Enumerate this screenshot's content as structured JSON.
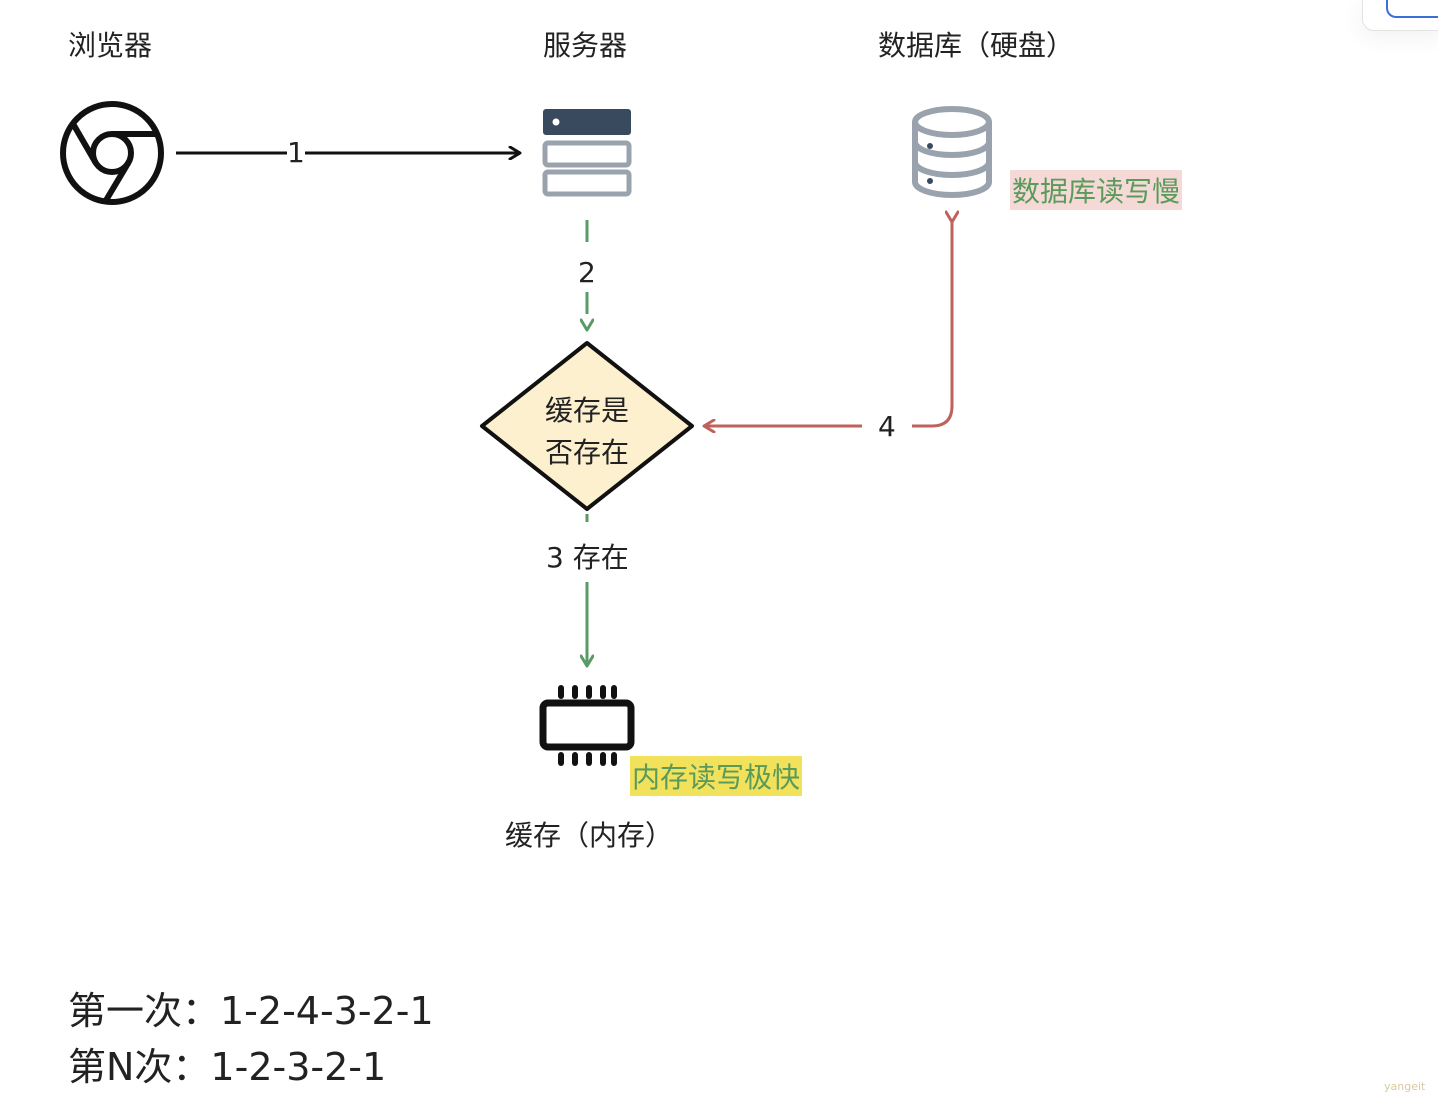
{
  "nodes": {
    "browser": "浏览器",
    "server": "服务器",
    "database": "数据库（硬盘）",
    "cache": "缓存（内存）",
    "decision_line1": "缓存是",
    "decision_line2": "否存在"
  },
  "notes": {
    "db_slow": "数据库读写慢",
    "memory_fast": "内存读写极快"
  },
  "edges": {
    "e1": "1",
    "e2": "2",
    "e3": "3 存在",
    "e4": "4"
  },
  "summary": {
    "first": "第一次：1-2-4-3-2-1",
    "nth": "第N次：1-2-3-2-1"
  },
  "watermark": "yangeit",
  "colors": {
    "green_edge": "#5a9a66",
    "red_edge": "#c0625c",
    "decision_fill": "#fdf0cf",
    "server_dark": "#3a4a5e",
    "server_light": "#9aa3ad",
    "db_gray": "#9aa3ad"
  }
}
